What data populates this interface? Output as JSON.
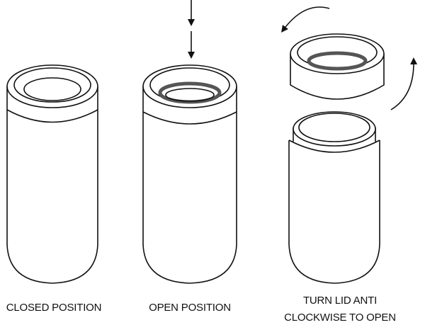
{
  "labels": {
    "closed": "CLOSED POSITION",
    "open": "OPEN POSITION",
    "turn_line1": "TURN LID ANTI",
    "turn_line2": "CLOCKWISE TO OPEN"
  },
  "colors": {
    "stroke": "#111111",
    "background": "#ffffff",
    "seal": "#555555"
  }
}
